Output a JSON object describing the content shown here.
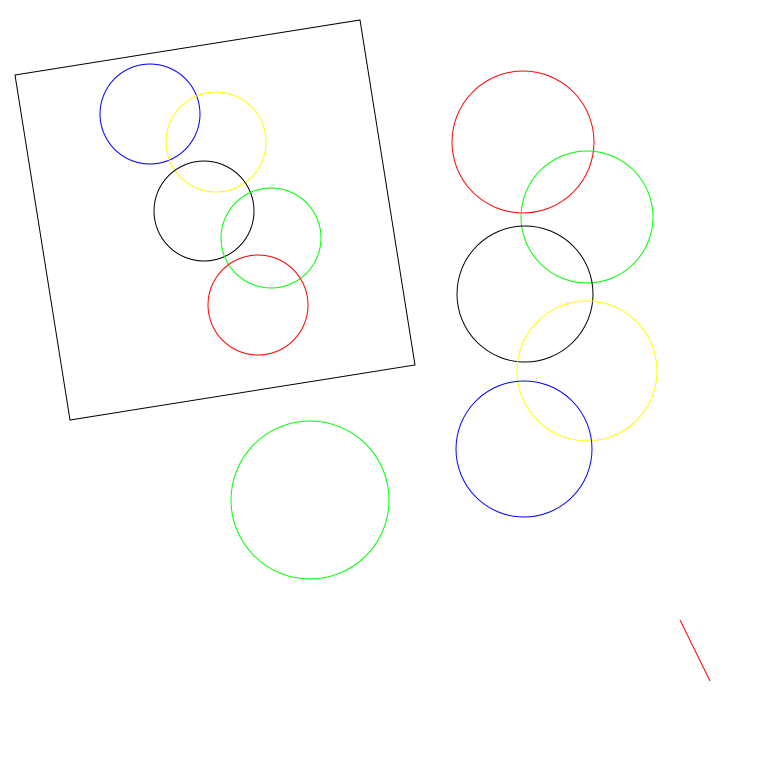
{
  "palette": {
    "blue": "#0000ff",
    "yellow": "#ffff00",
    "black": "#000000",
    "green": "#00ff00",
    "red": "#ff0000",
    "background": "#ffffff"
  },
  "shapes": {
    "rotated_square": {
      "label": "",
      "color": "black"
    },
    "circles": [
      {
        "color": "blue"
      },
      {
        "color": "yellow"
      },
      {
        "color": "black"
      },
      {
        "color": "green"
      },
      {
        "color": "red"
      },
      {
        "color": "red"
      },
      {
        "color": "green"
      },
      {
        "color": "black"
      },
      {
        "color": "yellow"
      },
      {
        "color": "blue"
      },
      {
        "color": "green"
      }
    ],
    "segment": {
      "color": "red"
    }
  }
}
